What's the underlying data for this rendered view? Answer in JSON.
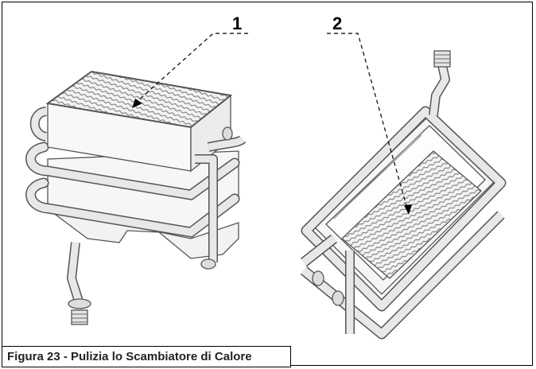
{
  "callouts": {
    "one": "1",
    "two": "2"
  },
  "caption": "Figura 23 - Pulizia lo Scambiatore di Calore",
  "colors": {
    "frame": "#000000",
    "pipe_fill": "#e8e8e8",
    "outline": "#555555",
    "fin": "#888888"
  }
}
